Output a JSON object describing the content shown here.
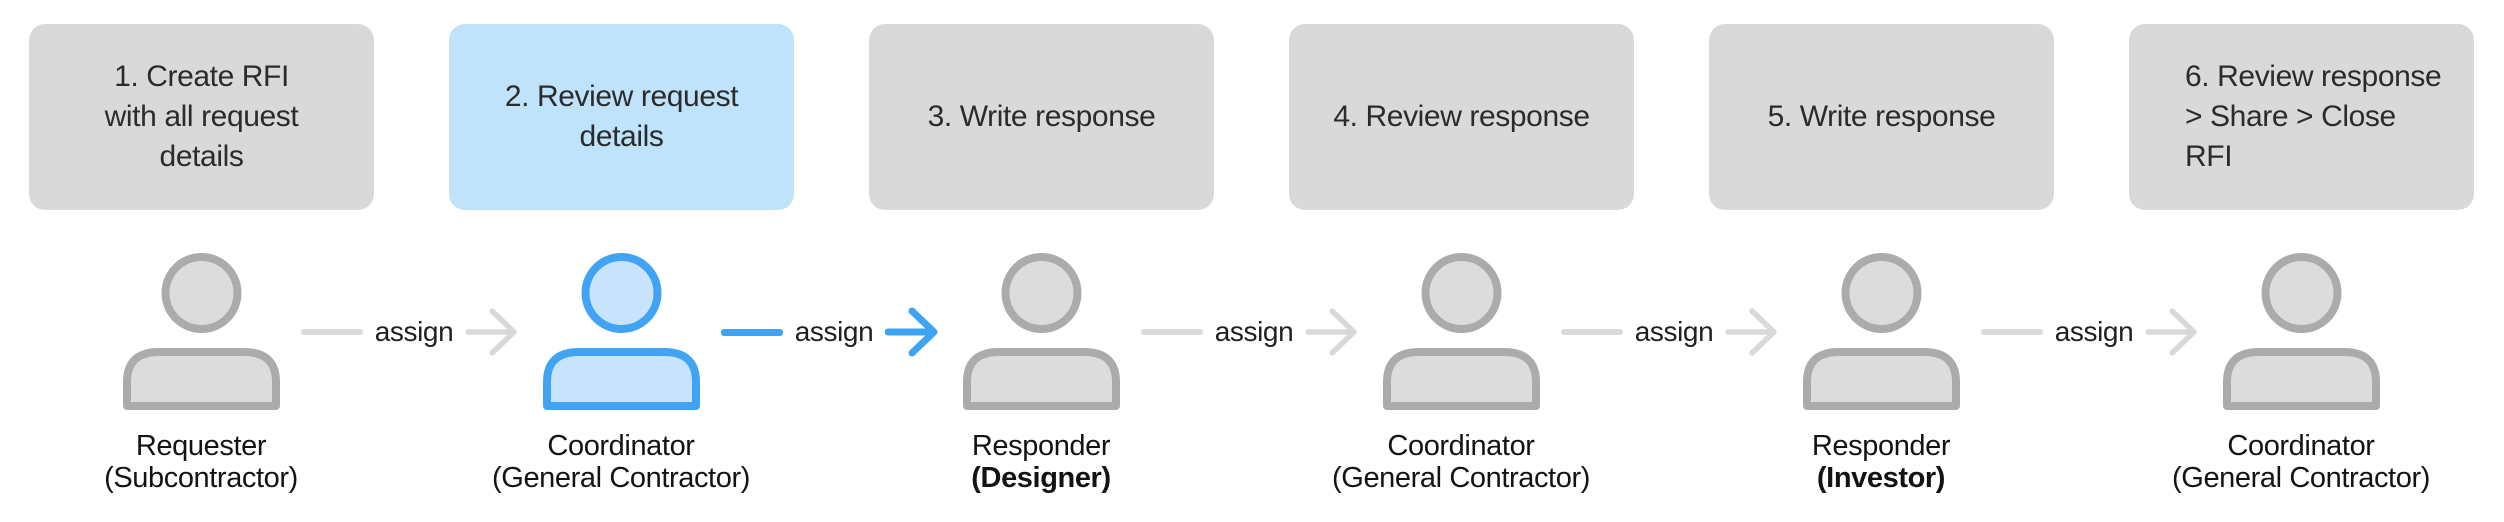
{
  "steps": [
    {
      "label": "1. Create RFI\nwith all request\ndetails"
    },
    {
      "label": "2. Review request\ndetails",
      "active": true
    },
    {
      "label": "3. Write response"
    },
    {
      "label": "4. Review response"
    },
    {
      "label": "5. Write response"
    },
    {
      "label": "6. Review response\n> Share > Close RFI"
    }
  ],
  "people": [
    {
      "role": "Requester",
      "org": "(Subcontractor)"
    },
    {
      "role": "Coordinator",
      "org": "(General Contractor)",
      "active": true
    },
    {
      "role": "Responder",
      "org": "(Designer)",
      "org_bold": true
    },
    {
      "role": "Coordinator",
      "org": "(General Contractor)"
    },
    {
      "role": "Responder",
      "org": "(Investor)",
      "org_bold": true
    },
    {
      "role": "Coordinator",
      "org": "(General Contractor)"
    }
  ],
  "connectors": [
    {
      "label": "assign"
    },
    {
      "label": "assign",
      "active": true
    },
    {
      "label": "assign"
    },
    {
      "label": "assign"
    },
    {
      "label": "assign"
    }
  ],
  "colors": {
    "step-bg": "#d9d9d9",
    "step-active-bg": "#bee3fb",
    "step-text": "#2b2b2b",
    "person-fill": "#dcdcdc",
    "person-stroke": "#ababab",
    "person-active-fill": "#c8e4fc",
    "person-active-stroke": "#40a3f3",
    "connector": "#d9d9d9",
    "connector-active": "#3da3f2",
    "label-text": "#131313",
    "assign-text": "#1f1f1f"
  }
}
